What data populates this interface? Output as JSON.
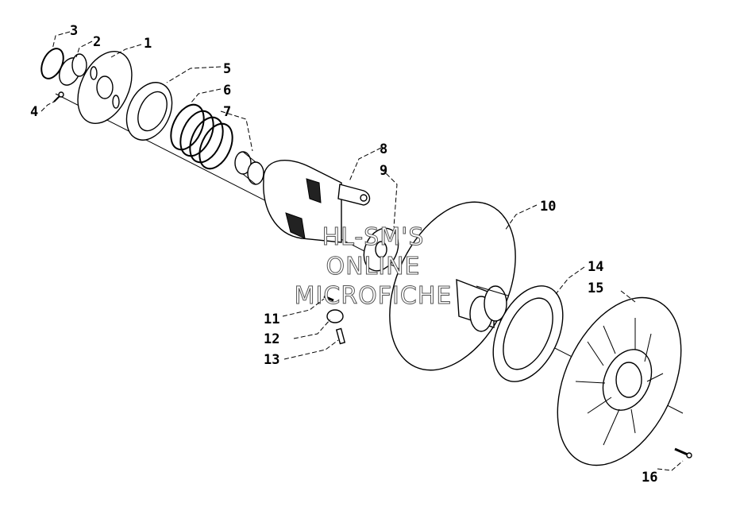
{
  "watermark": {
    "line1": "HL-SM'S",
    "line2": "ONLINE",
    "line3": "MICROFICHE"
  },
  "callouts": {
    "c1": "1",
    "c2": "2",
    "c3": "3",
    "c4": "4",
    "c5": "5",
    "c6": "6",
    "c7": "7",
    "c8": "8",
    "c9": "9",
    "c10": "10",
    "c11": "11",
    "c12": "12",
    "c13": "13",
    "c14": "14",
    "c15": "15",
    "c16": "16"
  }
}
